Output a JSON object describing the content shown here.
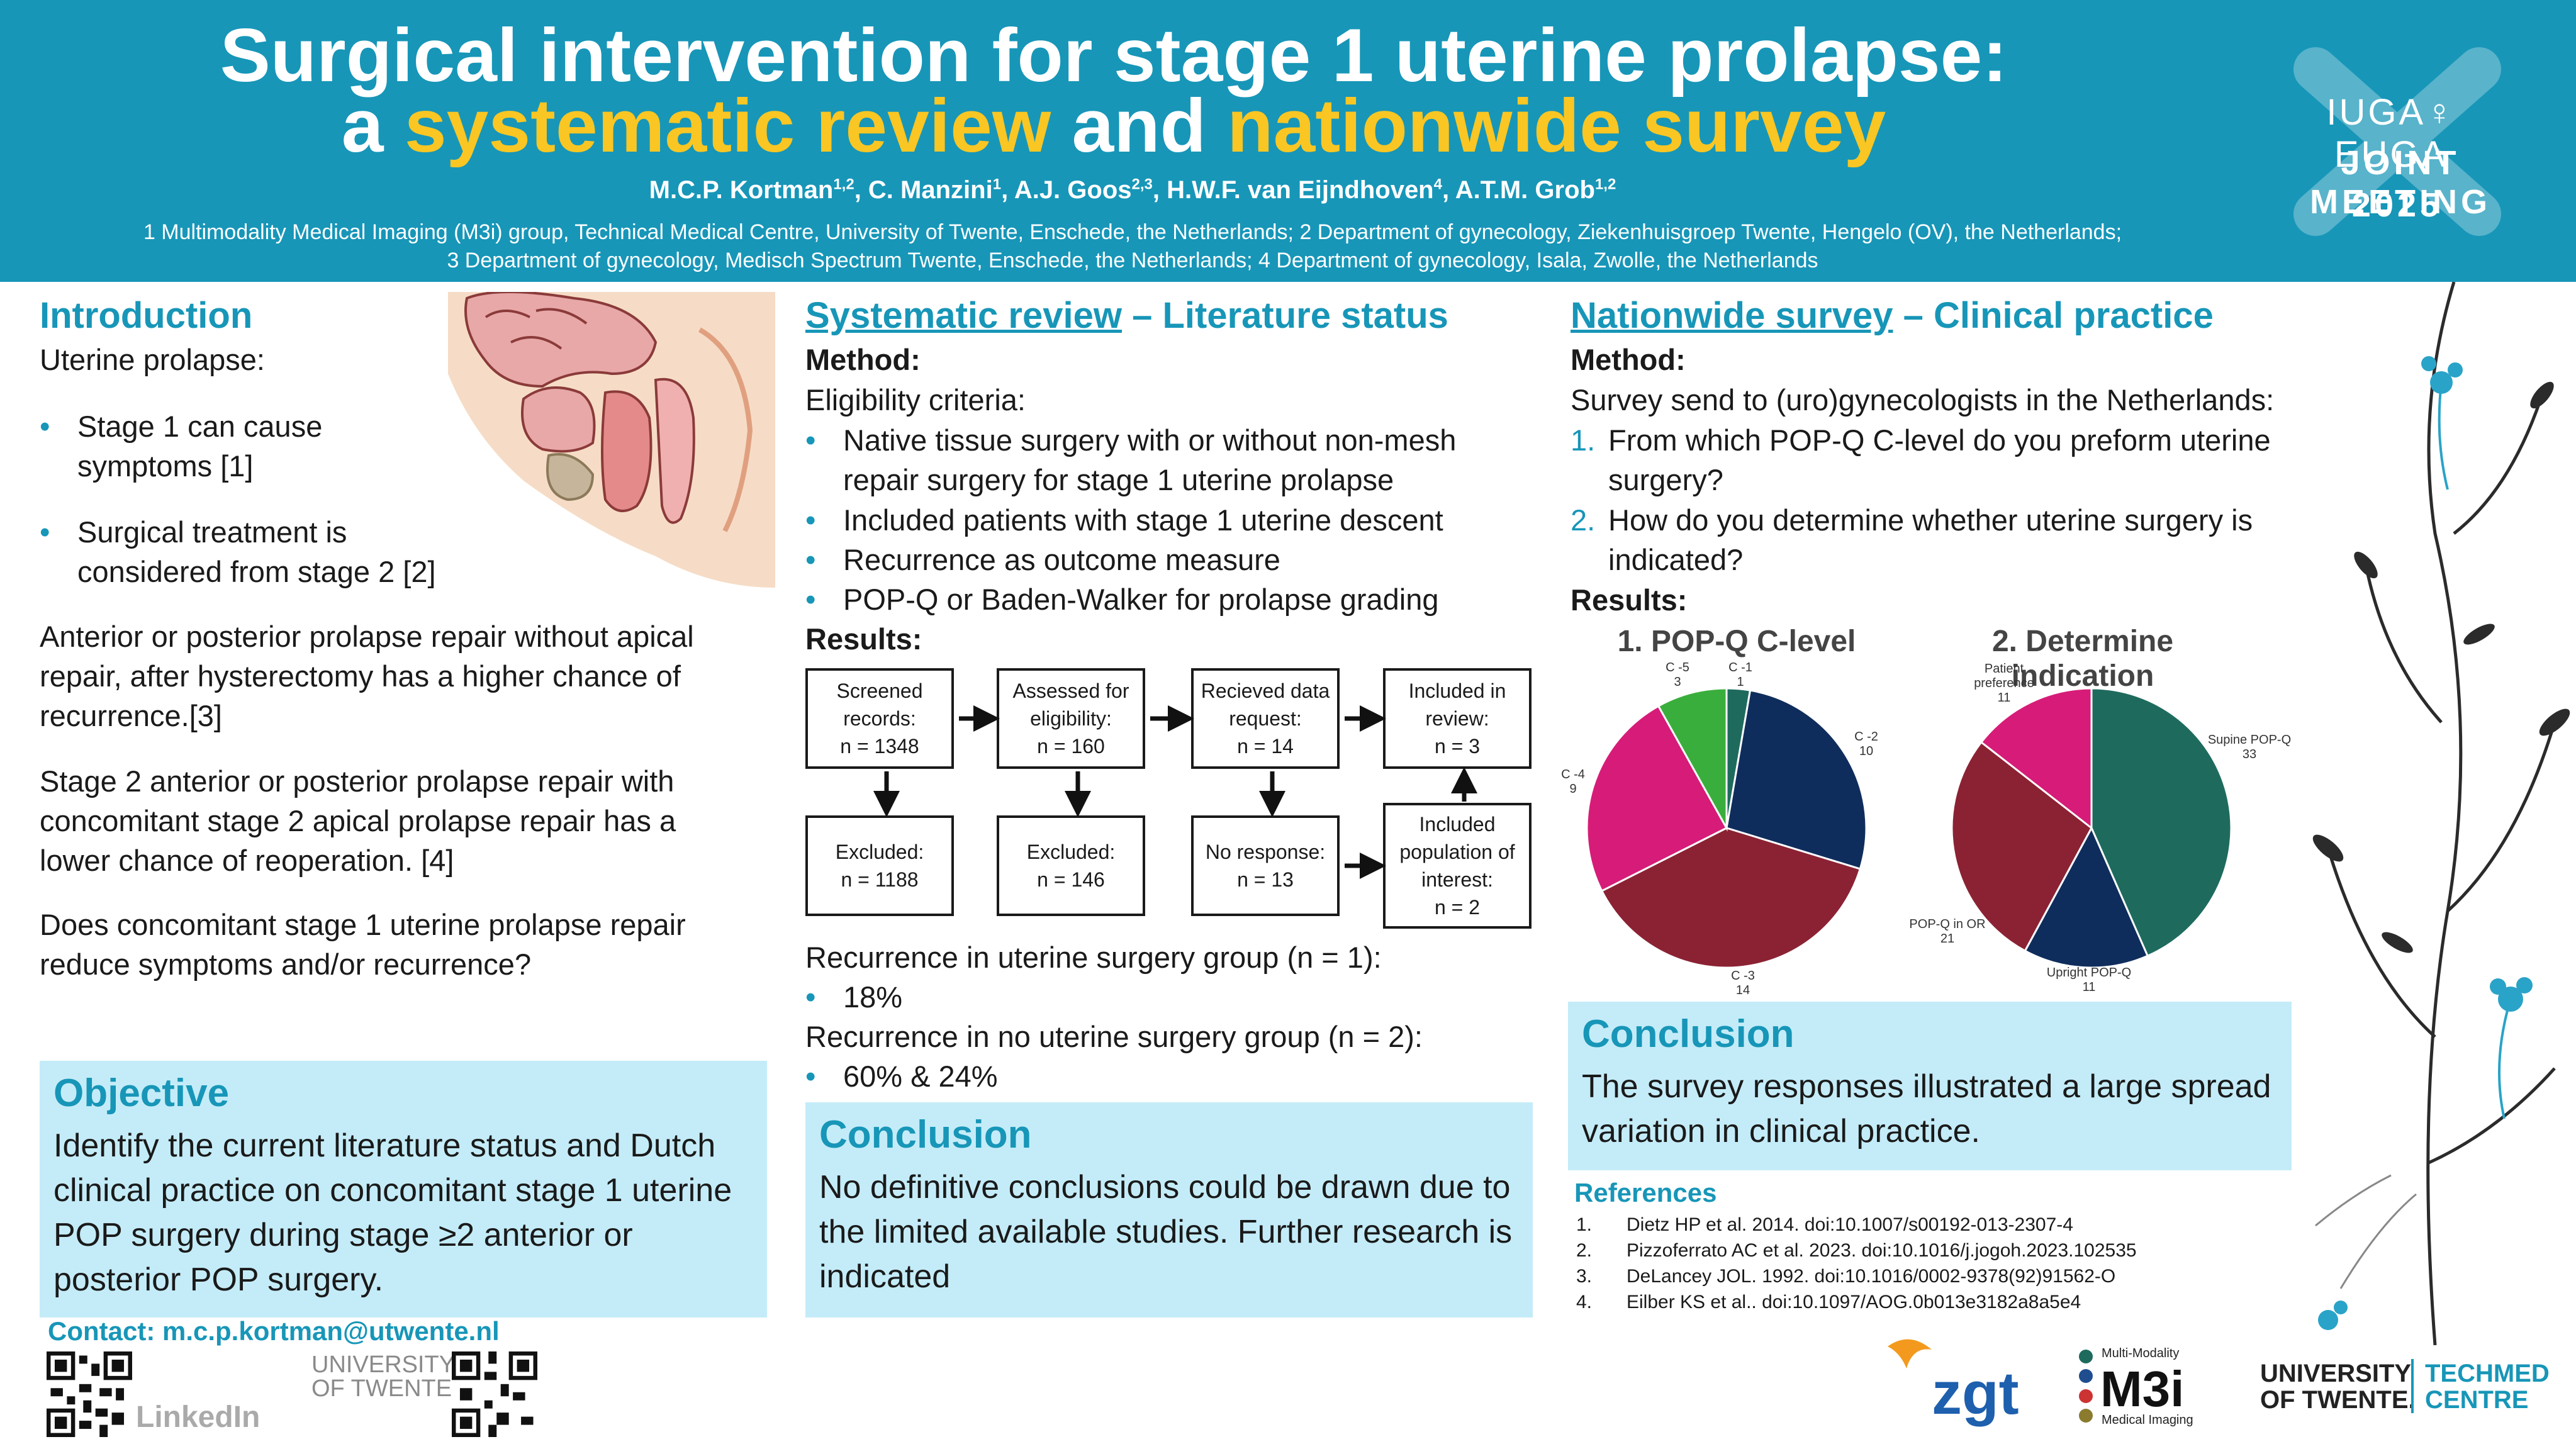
{
  "header": {
    "title_line1": "Surgical intervention for stage 1 uterine prolapse:",
    "title_line2_a": "a ",
    "title_line2_b": "systematic review",
    "title_line2_c": " and ",
    "title_line2_d": "nationwide survey",
    "authors": [
      {
        "name": "M.C.P. Kortman",
        "sup": "1,2"
      },
      {
        "name": "C. Manzini",
        "sup": "1"
      },
      {
        "name": "A.J. Goos",
        "sup": "2,3"
      },
      {
        "name": "H.W.F. van Eijndhoven",
        "sup": "4"
      },
      {
        "name": "A.T.M. Grob",
        "sup": "1,2"
      }
    ],
    "affiliation_line1": "1 Multimodality Medical Imaging (M3i) group, Technical Medical Centre, University of Twente, Enschede, the Netherlands; 2 Department of gynecology, Ziekenhuisgroep Twente, Hengelo (OV), the Netherlands;",
    "affiliation_line2": "3 Department of gynecology, Medisch Spectrum Twente, Enschede, the Netherlands; 4 Department of gynecology, Isala, Zwolle, the Netherlands",
    "conference": {
      "line1": "IUGA♀ EUGA",
      "line2": "JOINT MEETING",
      "line3": "2025"
    }
  },
  "introduction": {
    "heading": "Introduction",
    "lead": "Uterine prolapse:",
    "bullets": [
      "Stage 1 can cause symptoms [1]",
      "Surgical treatment is considered from stage 2 [2]"
    ],
    "para1": "Anterior or posterior prolapse repair without apical repair, after hysterectomy has a higher chance of recurrence.[3]",
    "para2": "Stage 2 anterior or posterior prolapse repair with concomitant stage 2 apical prolapse repair has a lower chance of reoperation. [4]",
    "para3": "Does concomitant stage 1 uterine prolapse repair reduce symptoms and/or recurrence?"
  },
  "objective": {
    "heading": "Objective",
    "body": "Identify the current literature status and Dutch clinical practice on concomitant stage 1 uterine POP surgery during stage ≥2 anterior or posterior POP surgery."
  },
  "contact": "Contact: m.c.p.kortman@utwente.nl",
  "bottom_left_logos": {
    "linkedin": "LinkedIn",
    "ut_line1": "UNIVERSITY",
    "ut_line2": "OF TWENTE."
  },
  "review": {
    "heading_a": "Systematic review",
    "heading_b": " – Literature status",
    "method": "Method:",
    "eligibility": "Eligibility criteria:",
    "bullets": [
      "Native tissue surgery with or without non-mesh repair surgery for stage 1 uterine prolapse",
      "Included patients with stage 1 uterine descent",
      "Recurrence as outcome measure",
      "POP-Q or Baden-Walker for prolapse grading"
    ],
    "results": "Results:",
    "flow_top": [
      {
        "label": "Screened records:",
        "value": "n = 1348"
      },
      {
        "label": "Assessed for eligibility:",
        "value": "n = 160"
      },
      {
        "label": "Recieved data request:",
        "value": "n = 14"
      },
      {
        "label": "Included in review:",
        "value": "n = 3"
      }
    ],
    "flow_bottom": [
      {
        "label": "Excluded:",
        "value": "n = 1188"
      },
      {
        "label": "Excluded:",
        "value": "n = 146"
      },
      {
        "label": "No response:",
        "value": "n = 13"
      },
      {
        "label": "Included population of interest:",
        "value": "n = 2"
      }
    ],
    "rec1": "Recurrence in uterine surgery group (n = 1):",
    "rec1_val": "18%",
    "rec2": "Recurrence in no uterine surgery group (n = 2):",
    "rec2_val": "60% & 24%"
  },
  "review_conclusion": {
    "heading": "Conclusion",
    "body": "No definitive conclusions could be drawn due to the limited available studies. Further research is indicated"
  },
  "survey": {
    "heading_a": "Nationwide survey",
    "heading_b": " – Clinical practice",
    "method": "Method:",
    "intro": "Survey send to (uro)gynecologists in the Netherlands:",
    "questions": [
      {
        "num": "1.",
        "text": "From which POP-Q C-level do you preform uterine surgery?"
      },
      {
        "num": "2.",
        "text": "How do you determine whether uterine surgery is indicated?"
      }
    ],
    "results": "Results:"
  },
  "chart_data": [
    {
      "type": "pie",
      "title": "1. POP-Q C-level",
      "categories": [
        "C -1",
        "C -2",
        "C -3",
        "C -4",
        "C -5"
      ],
      "values": [
        1,
        10,
        14,
        9,
        3
      ],
      "colors": [
        "#1e6b5e",
        "#0f2d5c",
        "#8b2233",
        "#d61c78",
        "#3aae3c"
      ]
    },
    {
      "type": "pie",
      "title": "2. Determine indication",
      "categories": [
        "Supine POP-Q",
        "Upright POP-Q",
        "POP-Q in OR",
        "Patient preference"
      ],
      "values": [
        33,
        11,
        21,
        11
      ],
      "colors": [
        "#1e6b5e",
        "#0f2d5c",
        "#8b2233",
        "#d61c78"
      ]
    }
  ],
  "survey_conclusion": {
    "heading": "Conclusion",
    "body": "The survey responses illustrated a large spread variation in clinical practice."
  },
  "references": {
    "heading": "References",
    "items": [
      {
        "num": "1.",
        "text": "Dietz HP et al. 2014. doi:10.1007/s00192-013-2307-4"
      },
      {
        "num": "2.",
        "text": "Pizzoferrato AC et al. 2023. doi:10.1016/j.jogoh.2023.102535"
      },
      {
        "num": "3.",
        "text": "DeLancey JOL. 1992. doi:10.1016/0002-9378(92)91562-O"
      },
      {
        "num": "4.",
        "text": "Eilber KS et al.. doi:10.1097/AOG.0b013e3182a8a5e4"
      }
    ]
  },
  "bottom_right_logos": {
    "zgt": "zgt",
    "m3i_top": "Multi-Modality",
    "m3i": "M3i",
    "m3i_bottom": "Medical Imaging",
    "ut_line1": "UNIVERSITY",
    "ut_line2": "OF TWENTE.",
    "tm_line1": "TECHMED",
    "tm_line2": "CENTRE"
  }
}
